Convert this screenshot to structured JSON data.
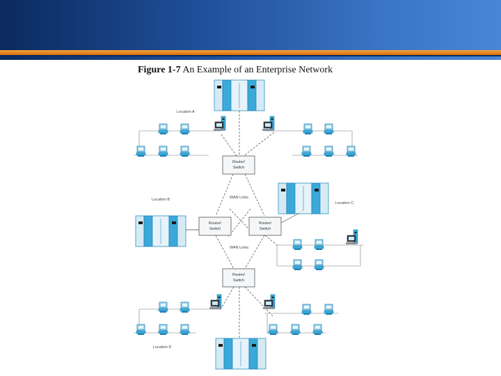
{
  "figure": {
    "number": "Figure 1-7",
    "caption": "An Example of an Enterprise Network"
  },
  "locations": {
    "a": "Location A",
    "b": "Location B",
    "c": "Location C",
    "d": "Location D"
  },
  "router_label": [
    "Router/",
    "Switch"
  ],
  "wan_label": "WAN Links",
  "colors": {
    "banner_dark": "#0b2a5e",
    "banner_light": "#4a86d6",
    "accent_orange": "#e8871e",
    "device_cyan": "#3ba9d9"
  },
  "icons": [
    "mainframe-icon",
    "router-switch-icon",
    "workstation-icon",
    "server-tower-icon"
  ]
}
